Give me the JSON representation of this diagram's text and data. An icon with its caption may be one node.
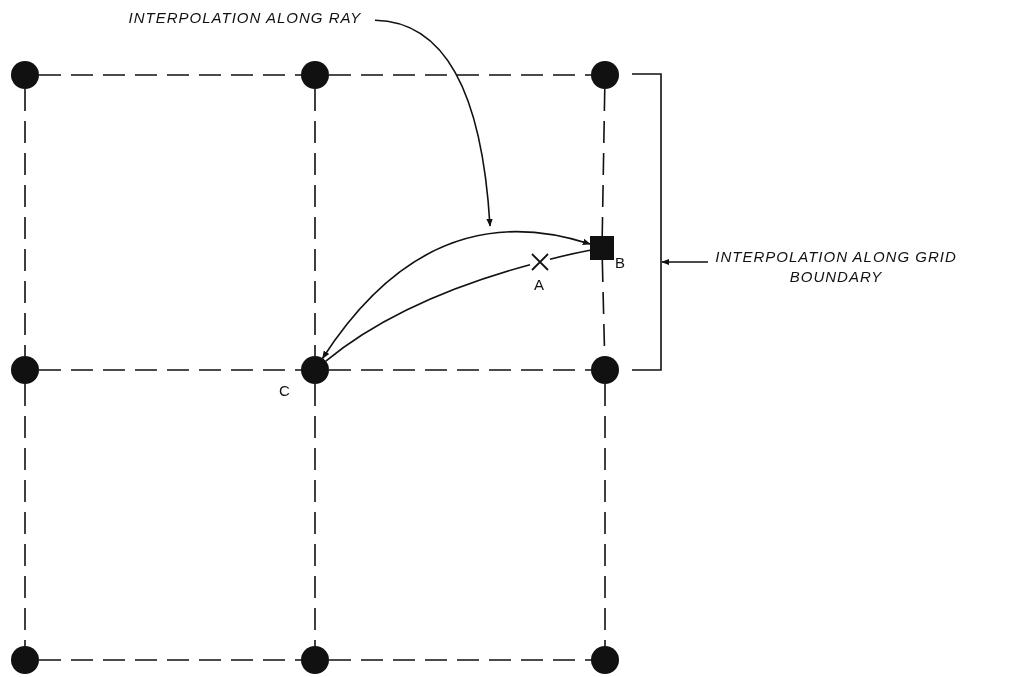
{
  "diagram": {
    "nodes": [
      {
        "text": [],
        "shape": "circle"
      },
      {
        "text": [],
        "shape": "circle"
      },
      {
        "text": [],
        "shape": "circle"
      },
      {
        "text": [],
        "shape": "circle"
      },
      {
        "text": [],
        "shape": "circle",
        "beside": [
          "C"
        ]
      },
      {
        "text": [],
        "shape": "circle"
      },
      {
        "text": [],
        "shape": "circle"
      },
      {
        "text": [],
        "shape": "circle"
      },
      {
        "text": [],
        "shape": "circle"
      },
      {
        "text": [],
        "shape": "box",
        "beside": [
          "B"
        ]
      },
      {
        "text": [],
        "shape": "cross",
        "beside": [
          "A"
        ]
      },
      {
        "text": [
          "INTERPOLATION ALONG RAY"
        ]
      },
      {
        "text": [
          "INTERPOLATION ALONG GRID BOUNDARY"
        ]
      },
      {
        "text": [],
        "shape": "bracket"
      }
    ],
    "edges": [
      {
        "from": 0,
        "to": 1,
        "arrow": "none",
        "style": "dashed"
      },
      {
        "from": 1,
        "to": 2,
        "arrow": "none",
        "style": "dashed"
      },
      {
        "from": 3,
        "to": 4,
        "arrow": "none",
        "style": "dashed"
      },
      {
        "from": 4,
        "to": 5,
        "arrow": "none",
        "style": "dashed"
      },
      {
        "from": 6,
        "to": 7,
        "arrow": "none",
        "style": "dashed"
      },
      {
        "from": 7,
        "to": 8,
        "arrow": "none",
        "style": "dashed"
      },
      {
        "from": 0,
        "to": 3,
        "arrow": "none",
        "style": "dashed"
      },
      {
        "from": 3,
        "to": 6,
        "arrow": "none",
        "style": "dashed"
      },
      {
        "from": 1,
        "to": 4,
        "arrow": "none",
        "style": "dashed"
      },
      {
        "from": 4,
        "to": 7,
        "arrow": "none",
        "style": "dashed"
      },
      {
        "from": 2,
        "to": 9,
        "arrow": "none",
        "style": "dashed"
      },
      {
        "from": 9,
        "to": 5,
        "arrow": "none",
        "style": "dashed"
      },
      {
        "from": 5,
        "to": 8,
        "arrow": "none",
        "style": "dashed"
      },
      {
        "from": 4,
        "to": 10,
        "arrow": "none"
      },
      {
        "from": 10,
        "to": 9,
        "arrow": "none"
      },
      {
        "from": 4,
        "to": 9,
        "arrow": "both"
      },
      {
        "from": 11,
        "to": null,
        "arrow": "to"
      },
      {
        "from": 12,
        "to": 13,
        "arrow": "to"
      }
    ]
  }
}
